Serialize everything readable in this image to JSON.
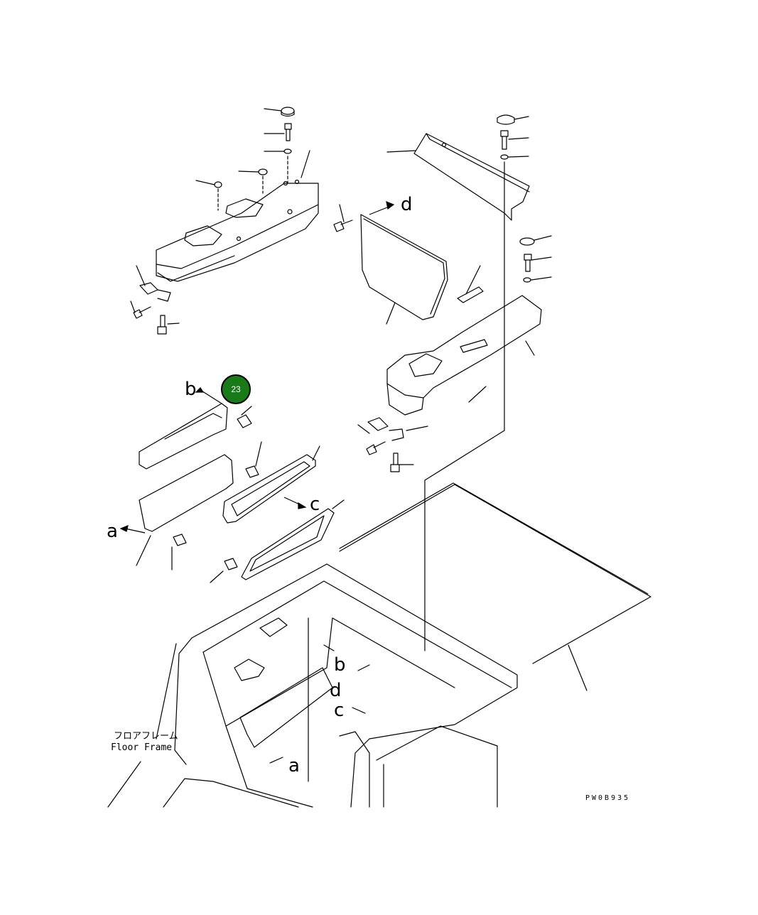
{
  "labels": {
    "a": "a",
    "b": "b",
    "c": "c",
    "d": "d",
    "floor_frame_jp": "フロアフレーム",
    "floor_frame_en": "Floor Frame",
    "drawing_code": "PW0B935"
  },
  "callout": {
    "number": "23",
    "color": "#1a7a1a"
  },
  "colors": {
    "line": "#000000",
    "background": "#ffffff"
  }
}
